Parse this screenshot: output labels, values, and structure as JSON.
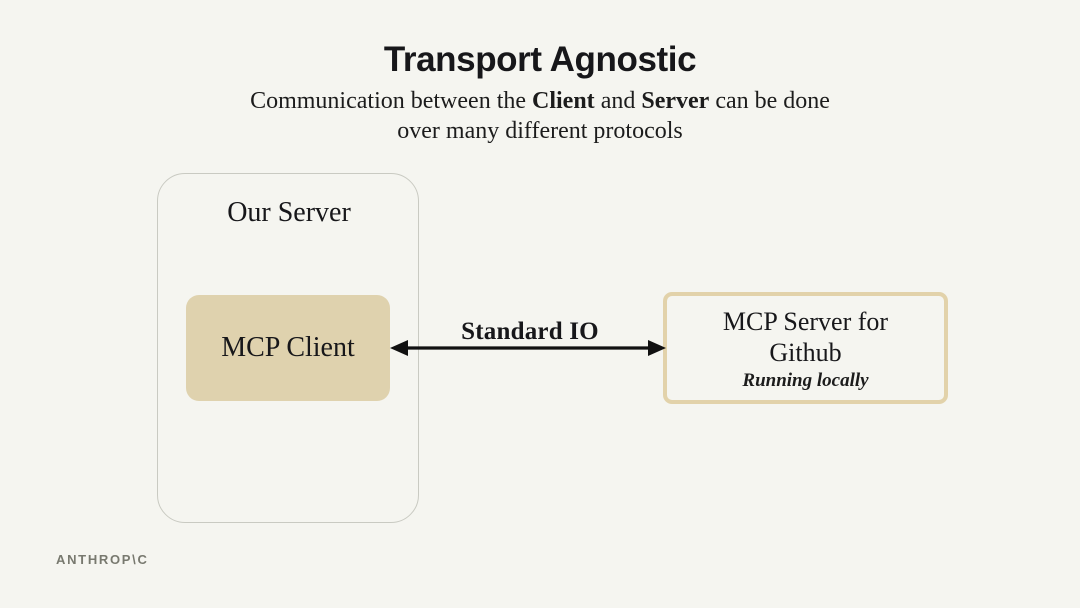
{
  "slide": {
    "background_color": "#F5F5F0",
    "title": "Transport Agnostic",
    "subtitle_line1_pre": "Communication between the ",
    "subtitle_client": "Client",
    "subtitle_line1_mid": " and ",
    "subtitle_server": "Server",
    "subtitle_line1_post": " can be done",
    "subtitle_line2": "over many different protocols"
  },
  "diagram": {
    "container": {
      "label": "Our Server",
      "border_color": "#c9cac2"
    },
    "client_box": {
      "label": "MCP Client",
      "fill_color": "#DFD2AE"
    },
    "server_box": {
      "title": "MCP Server for Github",
      "subtitle": "Running locally",
      "border_color": "#E2D2AA"
    },
    "connector": {
      "label": "Standard IO",
      "direction": "bidirectional",
      "color": "#111111"
    }
  },
  "footer": {
    "brand": "ANTHROP\\C",
    "brand_color": "#78796f"
  }
}
